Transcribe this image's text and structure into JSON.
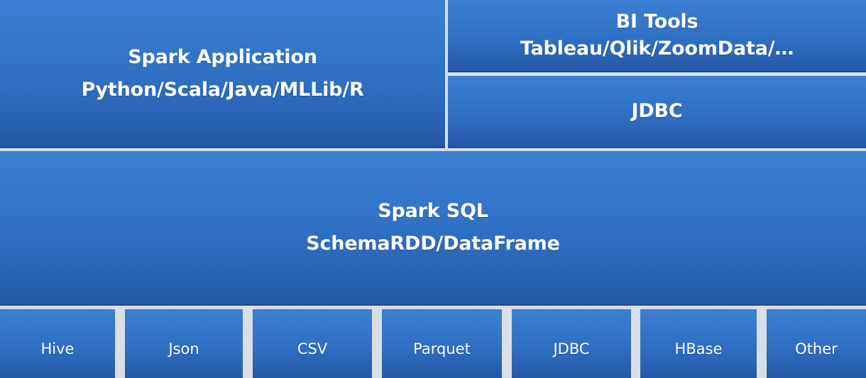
{
  "app_layer": {
    "title": "Spark Application",
    "subtitle": "Python/Scala/Java/MLLib/R"
  },
  "bi_layer": {
    "title": "BI Tools",
    "subtitle": "Tableau/Qlik/ZoomData/…"
  },
  "jdbc_layer": {
    "title": "JDBC"
  },
  "sql_layer": {
    "title": "Spark SQL",
    "subtitle": "SchemaRDD/DataFrame"
  },
  "data_sources": [
    "Hive",
    "Json",
    "CSV",
    "Parquet",
    "JDBC",
    "HBase",
    "Other"
  ],
  "colors": {
    "block_fill": "#2f6fc3",
    "separator": "#d9dee7",
    "text": "#ffffff"
  }
}
